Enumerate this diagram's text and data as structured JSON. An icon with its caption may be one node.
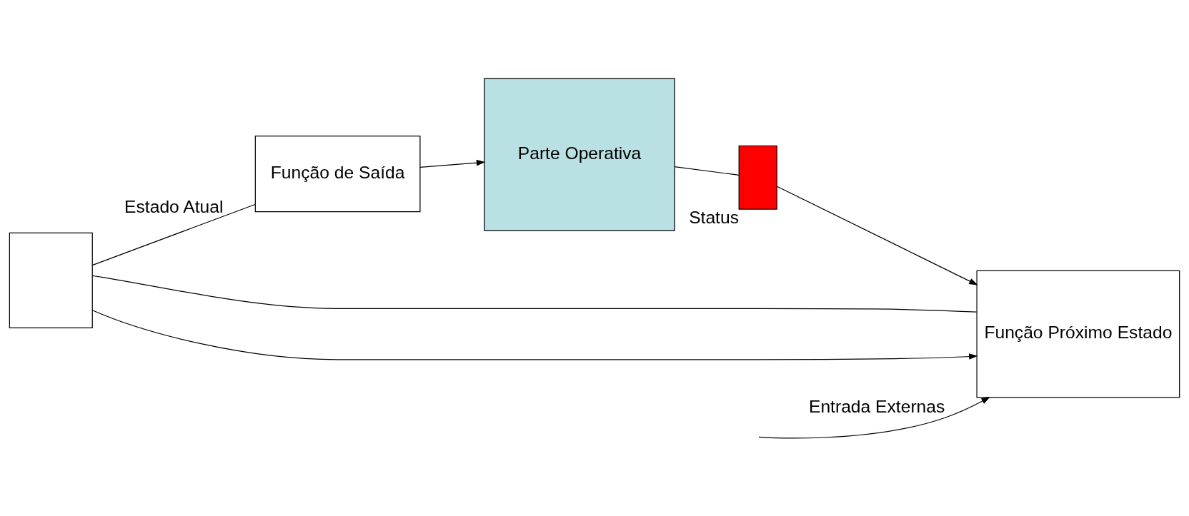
{
  "diagram": {
    "nodes": [
      {
        "text": [],
        "shape": "box"
      },
      {
        "text": [
          "Função de Saída"
        ]
      },
      {
        "text": [
          "Função Próximo Estado"
        ]
      },
      {
        "text": [
          "Status"
        ]
      },
      {
        "text": [
          "Parte Operativa"
        ]
      }
    ],
    "edges": [
      {
        "from": 0,
        "to": 1,
        "arrow": "none",
        "label": "Estado Atual"
      },
      {
        "from": 0,
        "to": 2,
        "arrow": "to"
      },
      {
        "from": 2,
        "to": 0,
        "arrow": "none"
      },
      {
        "from": 1,
        "to": 4,
        "arrow": "to"
      },
      {
        "from": 4,
        "to": 3,
        "arrow": "none"
      },
      {
        "from": 3,
        "to": 2,
        "arrow": "to"
      },
      {
        "from": null,
        "to": 2,
        "arrow": "to",
        "label": "Entrada Externas"
      }
    ]
  }
}
